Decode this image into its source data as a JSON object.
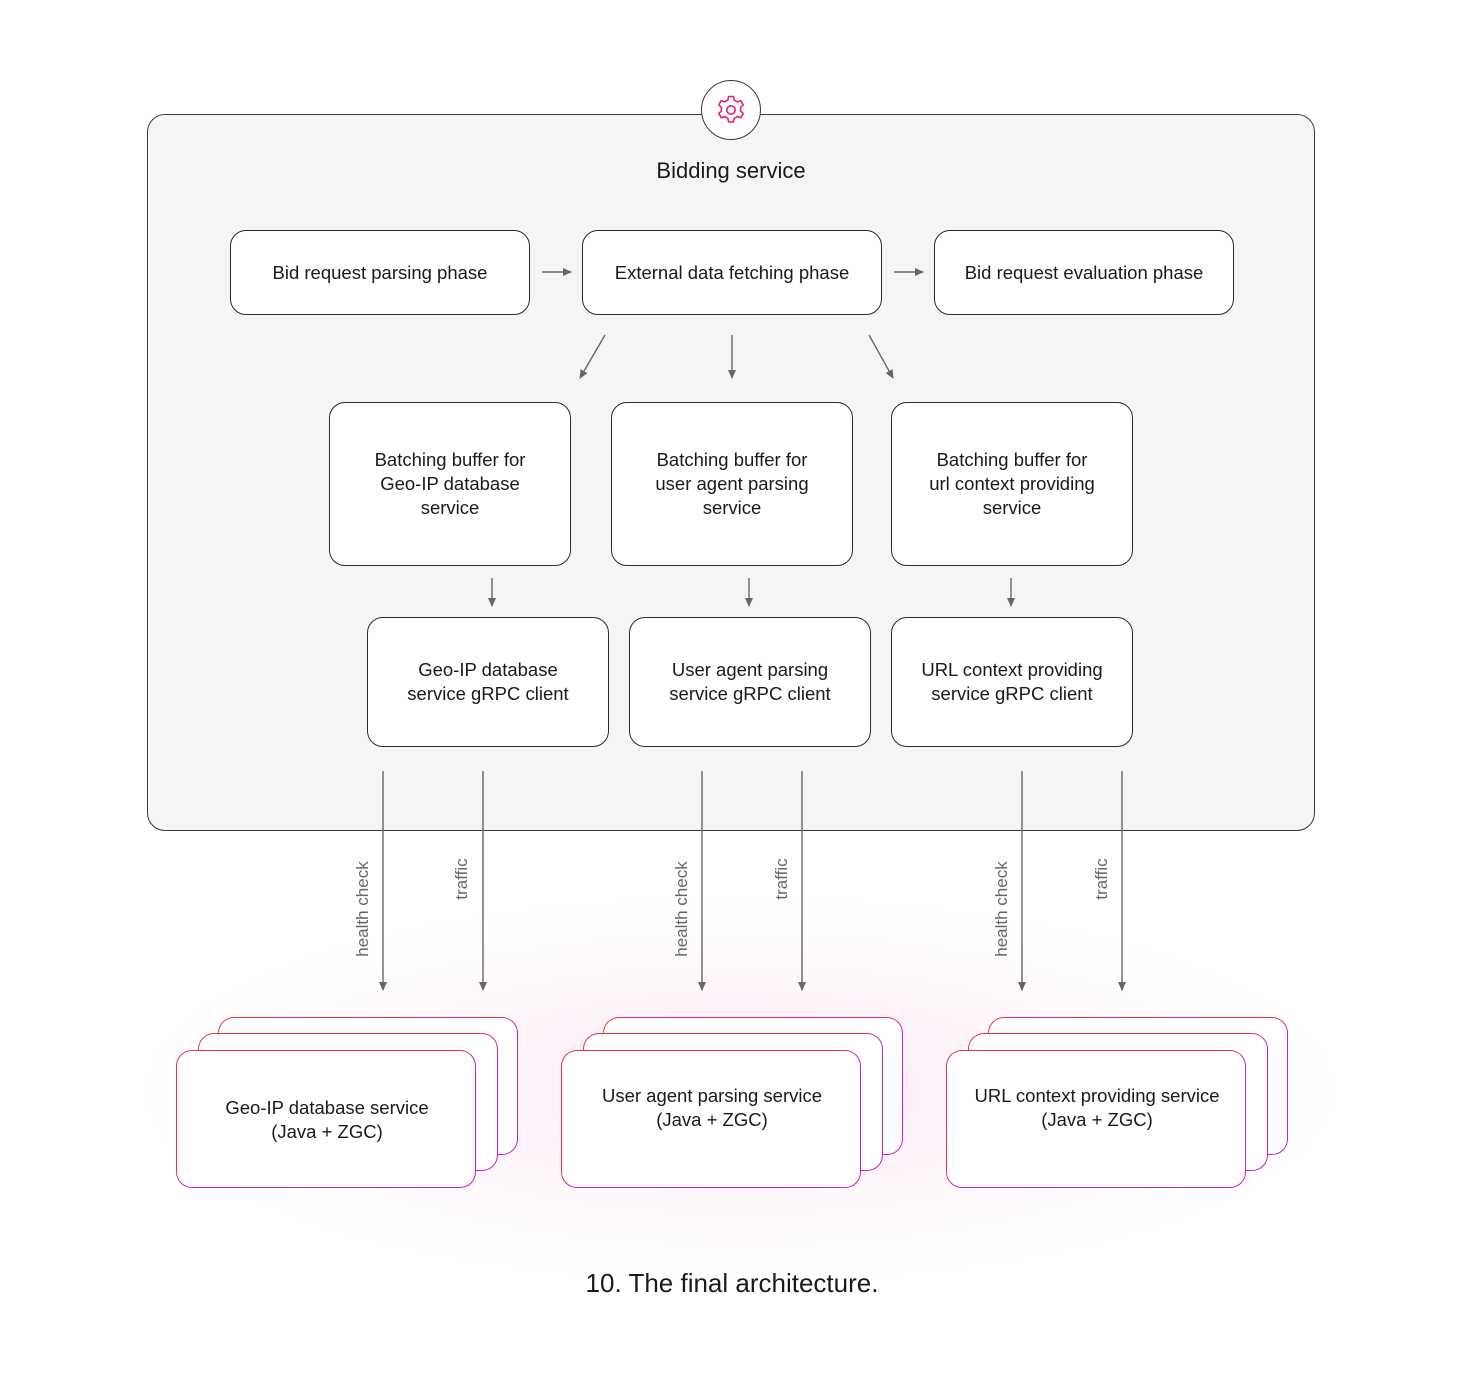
{
  "container": {
    "title": "Bidding service",
    "icon": "gear-icon",
    "accent": "#e0247a"
  },
  "phases": [
    {
      "label": "Bid request parsing phase"
    },
    {
      "label": "External data fetching phase"
    },
    {
      "label": "Bid request evaluation phase"
    }
  ],
  "buffers": [
    {
      "label": "Batching buffer for\nGeo-IP database\nservice"
    },
    {
      "label": "Batching buffer for\nuser agent parsing\nservice"
    },
    {
      "label": "Batching buffer for\nurl context providing\nservice"
    }
  ],
  "clients": [
    {
      "label": "Geo-IP database\nservice gRPC client"
    },
    {
      "label": "User agent parsing\nservice gRPC client"
    },
    {
      "label": "URL context providing\nservice gRPC client"
    }
  ],
  "links": {
    "health_check": "health check",
    "traffic": "traffic"
  },
  "services": [
    {
      "label": "Geo-IP database service\n(Java + ZGC)"
    },
    {
      "label": "User agent parsing service\n(Java + ZGC)"
    },
    {
      "label": "URL context providing service\n(Java + ZGC)"
    }
  ],
  "caption": "10. The final architecture."
}
